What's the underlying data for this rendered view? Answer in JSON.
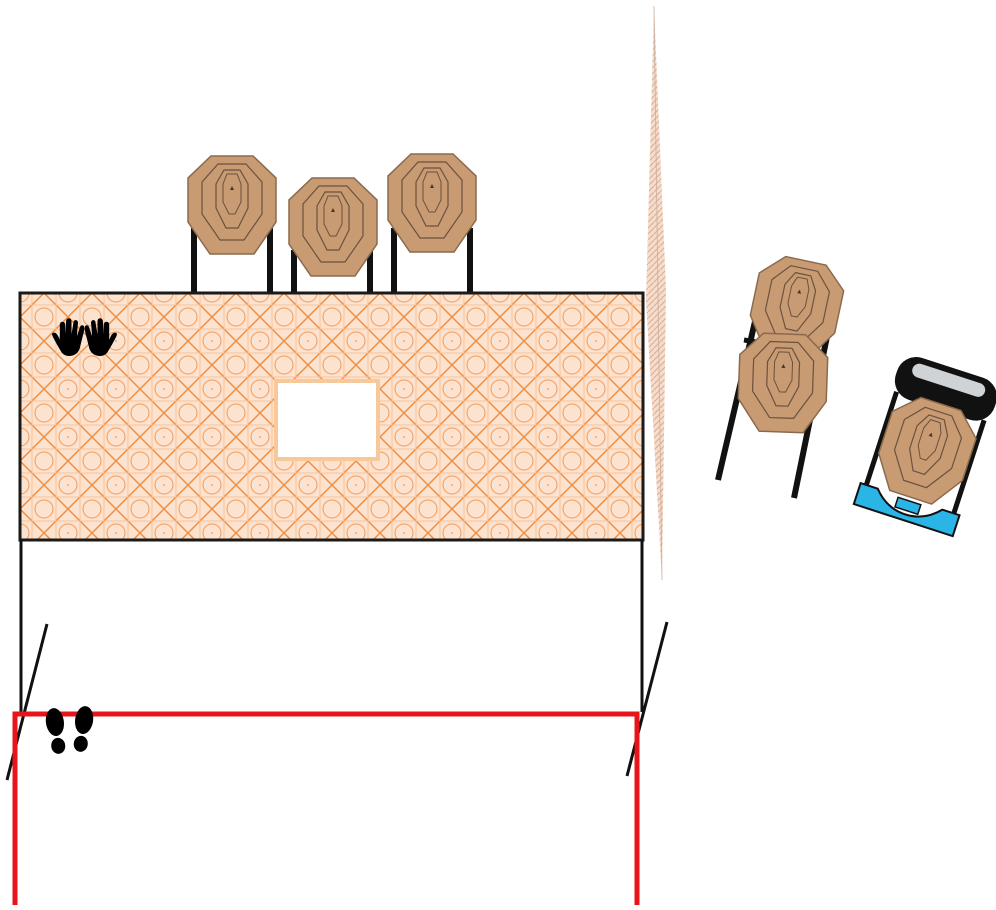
{
  "diagram": {
    "kind": "stage-layout",
    "colors": {
      "target_fill": "#C89B72",
      "target_stroke": "#8A6A4E",
      "wall_pattern": "#F08A3C",
      "wall_light": "#FCE3CF",
      "fault_line": "#E8141B",
      "post": "#111111",
      "mover_base": "#2BB4E6",
      "vision_barrier": "#E0B59A"
    },
    "icons": {
      "hands": "hands-icon",
      "feet": "footprints-icon",
      "swinger": "swinger-target-icon"
    },
    "elements": {
      "targets_behind_wall": 3,
      "targets_right_stand": 2,
      "swinger_targets": 1,
      "wall_window": 1
    }
  }
}
